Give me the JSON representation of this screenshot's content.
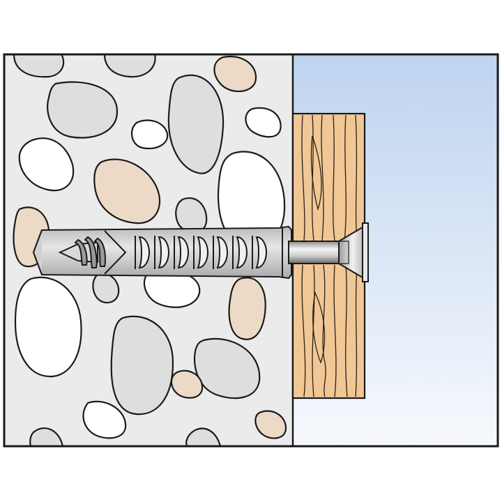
{
  "diagram": {
    "subject": "plug-anchor-in-concrete-fixing-wood-board",
    "parts": [
      "concrete-wall",
      "aggregate-stones",
      "wood-board",
      "plastic-plug",
      "countersunk-screw",
      "air-gap"
    ],
    "colors": {
      "outline": "#1a1a1a",
      "concrete": "#ebebeb",
      "stone_white": "#ffffff",
      "stone_gray": "#dedede",
      "stone_beige": "#ecdac6",
      "wood": "#f1c796",
      "wood_grain": "#2a2015",
      "sky_top": "#bed4ef",
      "sky_bottom": "#f7f9fd",
      "plug": "#c8c8c8",
      "plug_light": "#e4e4e4",
      "screw_steel": "#bfbfbf",
      "screw_light": "#f3f3f3",
      "screw_dark": "#6e6e6e"
    }
  }
}
